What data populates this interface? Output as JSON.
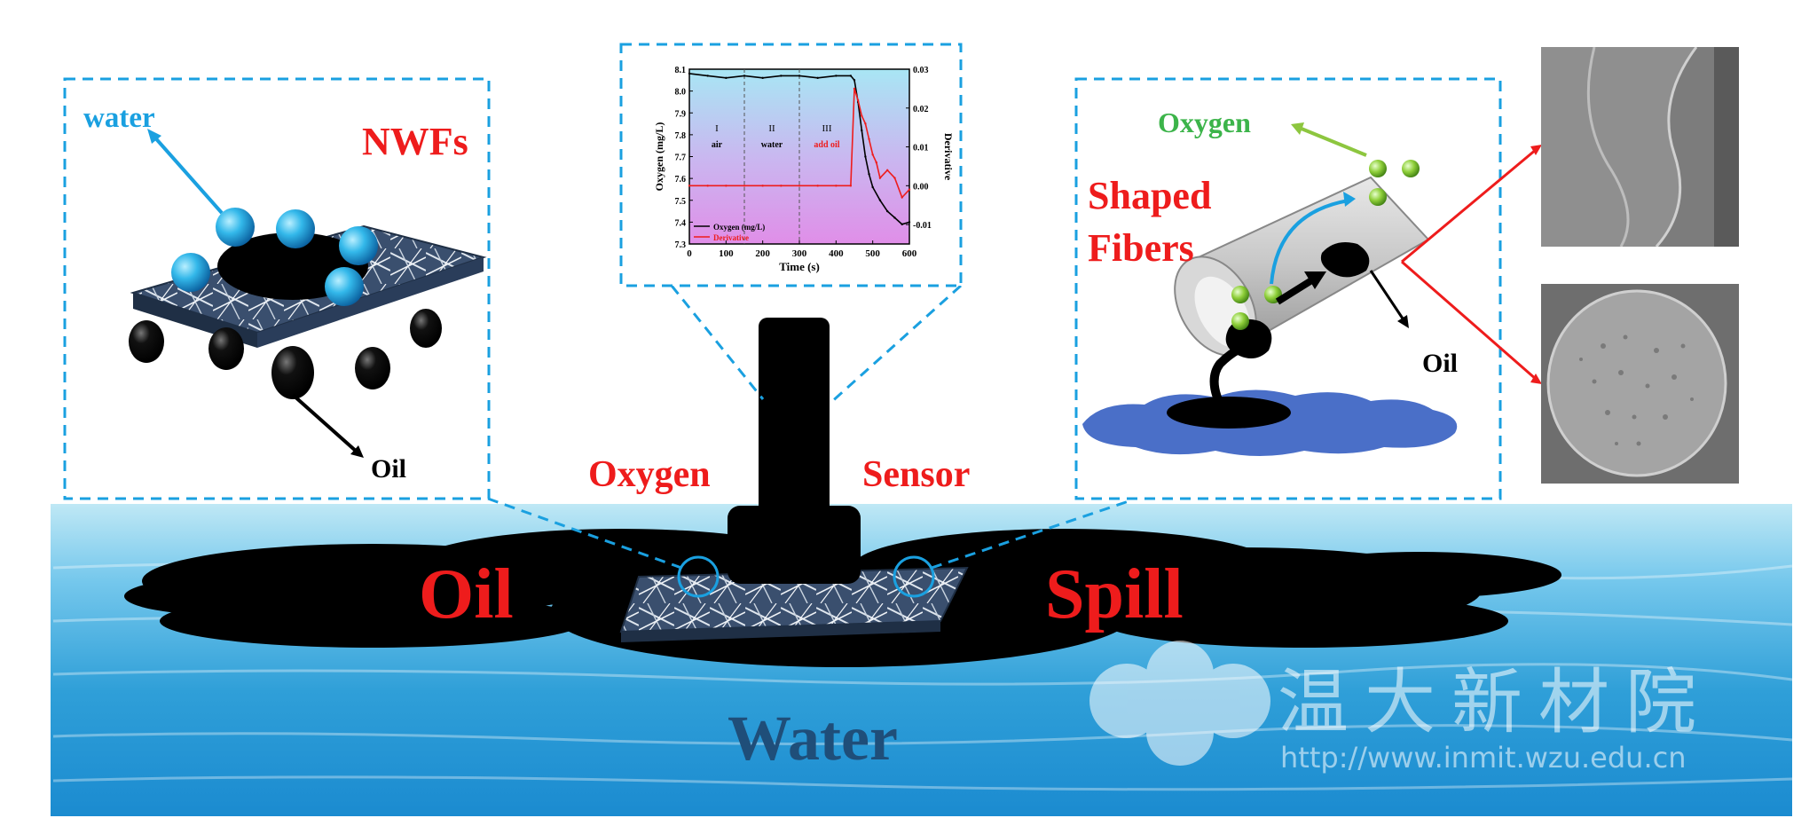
{
  "labels": {
    "water_small": "water",
    "nwfs": "NWFs",
    "oil_left_panel": "Oil",
    "oxygen": "Oxygen",
    "sensor": "Sensor",
    "shaped_fibers_line1": "Shaped",
    "shaped_fibers_line2": "Fibers",
    "oxygen_right": "Oxygen",
    "oil_right_panel": "Oil",
    "oil_big": "Oil",
    "spill_big": "Spill",
    "water_big": "Water"
  },
  "watermark": {
    "chinese": "温大新材院",
    "url": "http://www.inmit.wzu.edu.cn"
  },
  "colors": {
    "accent_red": "#ee1c1c",
    "dash_blue": "#1aa0e0",
    "water_blue": "#2f9fd8",
    "oil_black": "#000000",
    "oxygen_green": "#3cb44a"
  },
  "chart_data": {
    "type": "line",
    "xlabel": "Time (s)",
    "ylabel": "Oxygen (mg/L)",
    "y2label": "Derivative",
    "xlim": [
      0,
      600
    ],
    "ylim": [
      7.3,
      8.1
    ],
    "y2lim": [
      -0.015,
      0.03
    ],
    "xticks": [
      "0",
      "100",
      "200",
      "300",
      "400",
      "500",
      "600"
    ],
    "yticks": [
      "7.3",
      "7.4",
      "7.5",
      "7.6",
      "7.7",
      "7.8",
      "7.9",
      "8.0",
      "8.1"
    ],
    "y2ticks": [
      "-0.01",
      "0.00",
      "0.01",
      "0.02",
      "0.03"
    ],
    "regions": [
      {
        "numeral": "I",
        "name": "air",
        "start": 0,
        "end": 150
      },
      {
        "numeral": "II",
        "name": "water",
        "start": 150,
        "end": 300
      },
      {
        "numeral": "III",
        "name": "add oil",
        "start": 300,
        "end": 450
      }
    ],
    "series": [
      {
        "name": "Oxygen (mg/L)",
        "color": "#000000",
        "axis": "left",
        "x": [
          0,
          50,
          100,
          150,
          200,
          250,
          300,
          350,
          400,
          440,
          450,
          460,
          470,
          480,
          490,
          500,
          520,
          540,
          560,
          580,
          600
        ],
        "y": [
          8.08,
          8.07,
          8.06,
          8.07,
          8.06,
          8.07,
          8.07,
          8.06,
          8.07,
          8.07,
          8.05,
          7.95,
          7.82,
          7.7,
          7.62,
          7.56,
          7.5,
          7.45,
          7.42,
          7.39,
          7.4
        ]
      },
      {
        "name": "Derivative",
        "color": "#ee1c1c",
        "axis": "right",
        "x": [
          0,
          50,
          100,
          150,
          200,
          250,
          300,
          350,
          400,
          440,
          450,
          460,
          470,
          480,
          490,
          500,
          510,
          520,
          540,
          560,
          580,
          600
        ],
        "y": [
          0.0,
          0.0,
          0.0,
          0.0,
          0.0,
          0.0,
          0.0,
          0.0,
          0.0,
          0.0,
          0.025,
          0.022,
          0.018,
          0.016,
          0.012,
          0.008,
          0.006,
          0.002,
          0.004,
          0.002,
          -0.003,
          -0.001
        ]
      }
    ]
  }
}
